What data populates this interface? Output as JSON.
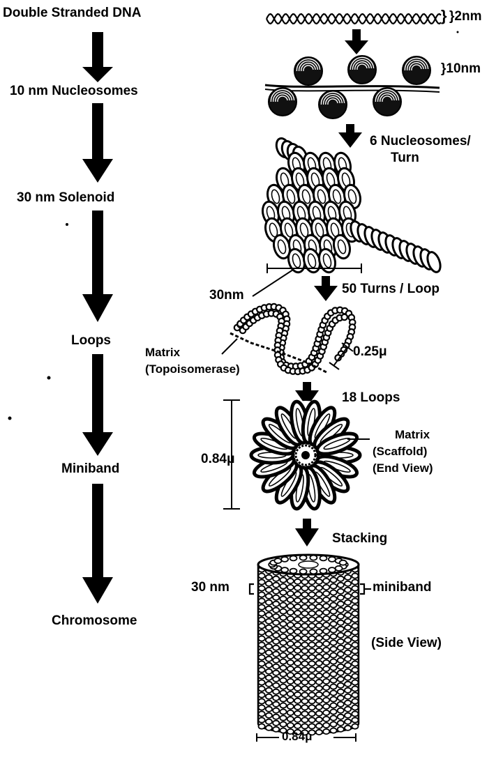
{
  "left_column": {
    "stages": [
      "Double Stranded DNA",
      "10 nm Nucleosomes",
      "30 nm Solenoid",
      "Loops",
      "Miniband",
      "Chromosome"
    ]
  },
  "right_column": {
    "dna_width": "}2nm",
    "nucleosome_width": "}10nm",
    "solenoid_step": [
      "6 Nucleosomes/",
      "Turn"
    ],
    "solenoid_width": "30nm",
    "loop_step": "50 Turns / Loop",
    "matrix": [
      "Matrix",
      "(Topoisomerase)"
    ],
    "loop_width": "0.25μ",
    "miniband_step": "18 Loops",
    "end_view_height": "0.84μ",
    "scaffold": [
      "Matrix",
      "(Scaffold)",
      "(End View)"
    ],
    "stacking_step": "Stacking",
    "miniband_thickness": "30 nm",
    "miniband_label": "miniband",
    "side_view": "(Side View)",
    "chromosome_width": "0.84μ"
  }
}
